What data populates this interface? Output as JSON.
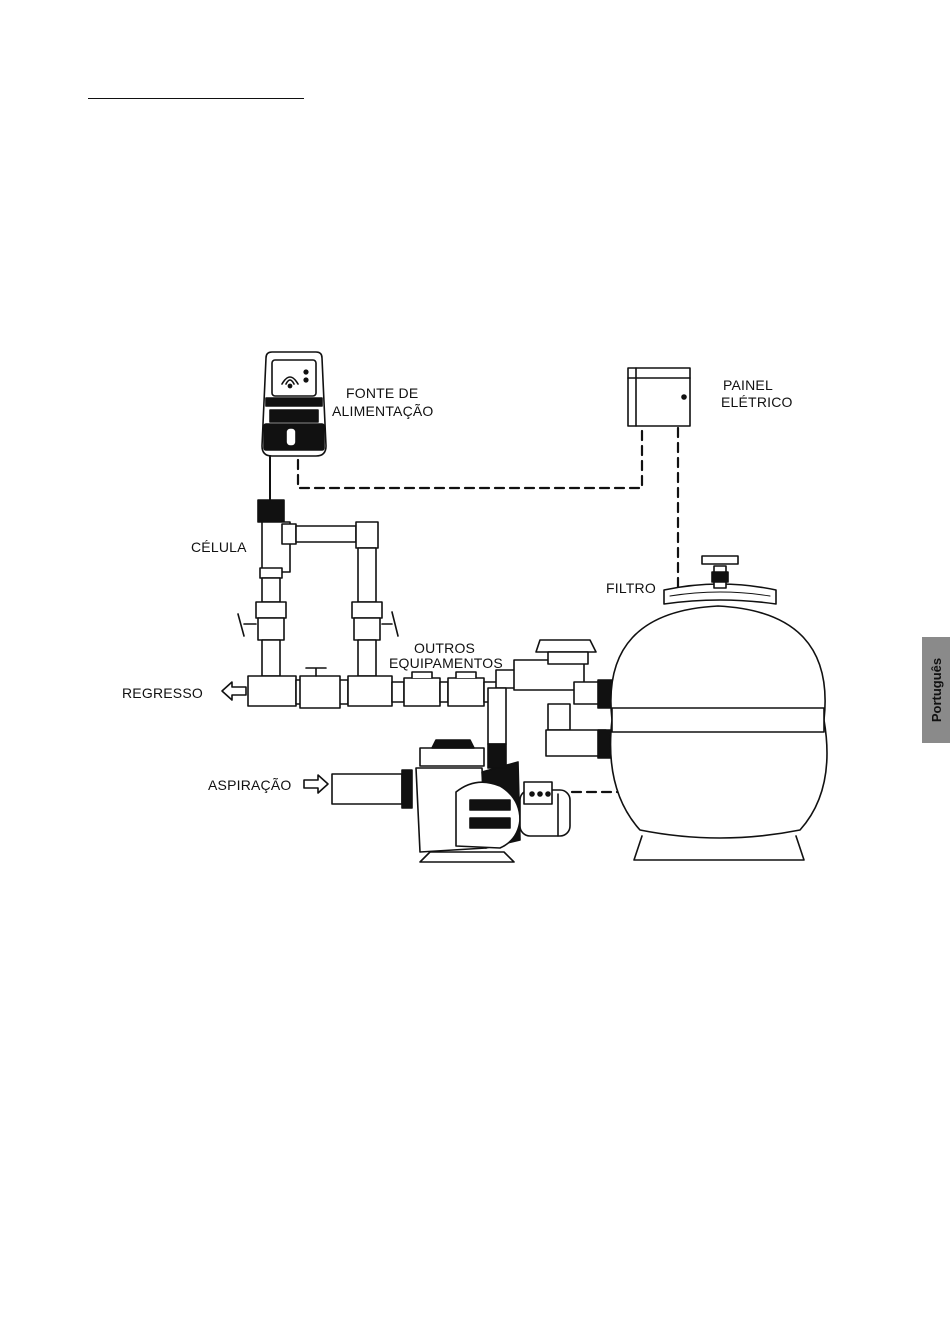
{
  "labels": {
    "power_supply_line1": "FONTE DE",
    "power_supply_line2": "ALIMENTAÇÃO",
    "panel_line1": "PAINEL",
    "panel_line2": "ELÉTRICO",
    "cell": "CÉLULA",
    "filter": "FILTRO",
    "other_line1": "OUTROS",
    "other_line2": "EQUIPAMENTOS",
    "return": "REGRESSO",
    "suction": "ASPIRAÇÃO"
  },
  "side_tab": {
    "label": "Português",
    "color": "#8a8a8a"
  }
}
